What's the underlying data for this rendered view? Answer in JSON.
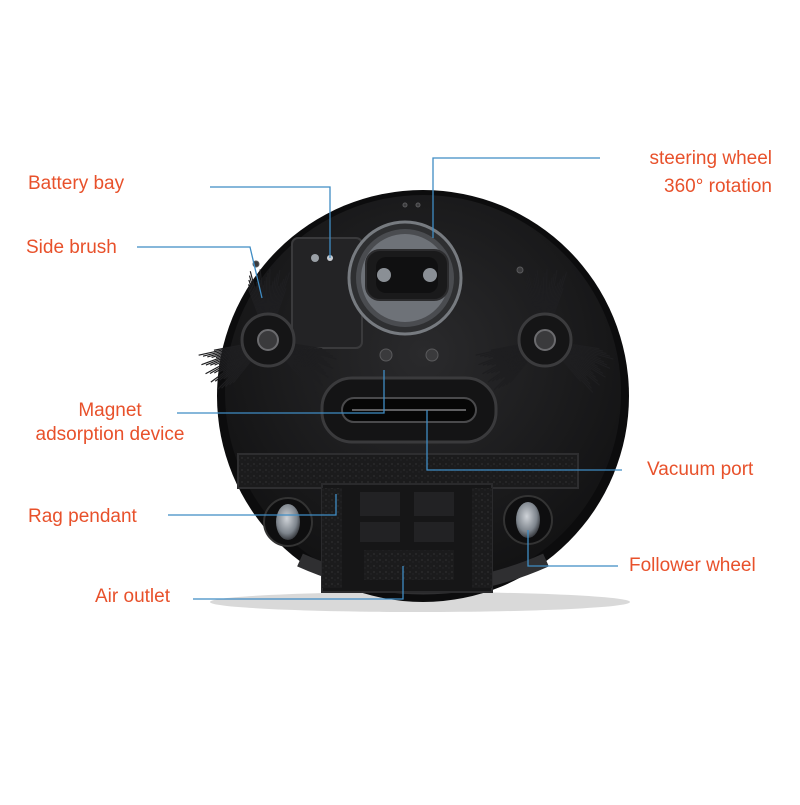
{
  "colors": {
    "label_text": "#e8512b",
    "leader_line": "#3f8cc4",
    "robot_body": "#1d1d1f",
    "robot_rim": "#0c0c0d",
    "panel": "#2c2c2e"
  },
  "labels": {
    "battery_bay": "Battery bay",
    "side_brush": "Side brush",
    "magnet_line1": "Magnet",
    "magnet_line2": "adsorption device",
    "rag_pendant": "Rag pendant",
    "air_outlet": "Air outlet",
    "steering_line1": "steering wheel",
    "steering_line2": "360° rotation",
    "vacuum_port": "Vacuum port",
    "follower_wheel": "Follower wheel"
  }
}
